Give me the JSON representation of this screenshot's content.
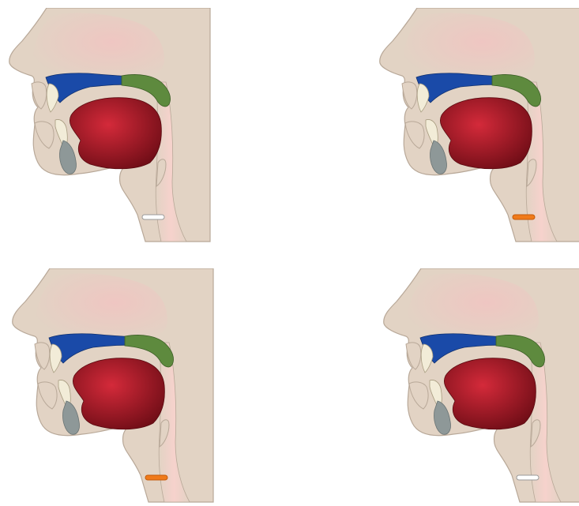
{
  "colors": {
    "background": "#ffffff",
    "skin": "#e2d3c4",
    "skin_stroke": "#b8a898",
    "nasal_pink": "#efc6c2",
    "hard_palate": "#1a4aa8",
    "soft_palate": "#5e8a3e",
    "tongue_light": "#d42a3a",
    "tongue_dark": "#6e0d16",
    "teeth": "#f2ecd8",
    "jaw_bone": "#8e9898",
    "pharynx_pink": "#f6d2cc",
    "glottis_closed": "#f07a1a",
    "glottis_open": "#ffffff"
  },
  "panels": [
    {
      "glottis": "open"
    },
    {
      "glottis": "closed"
    },
    {
      "glottis": "closed"
    },
    {
      "glottis": "open"
    }
  ]
}
